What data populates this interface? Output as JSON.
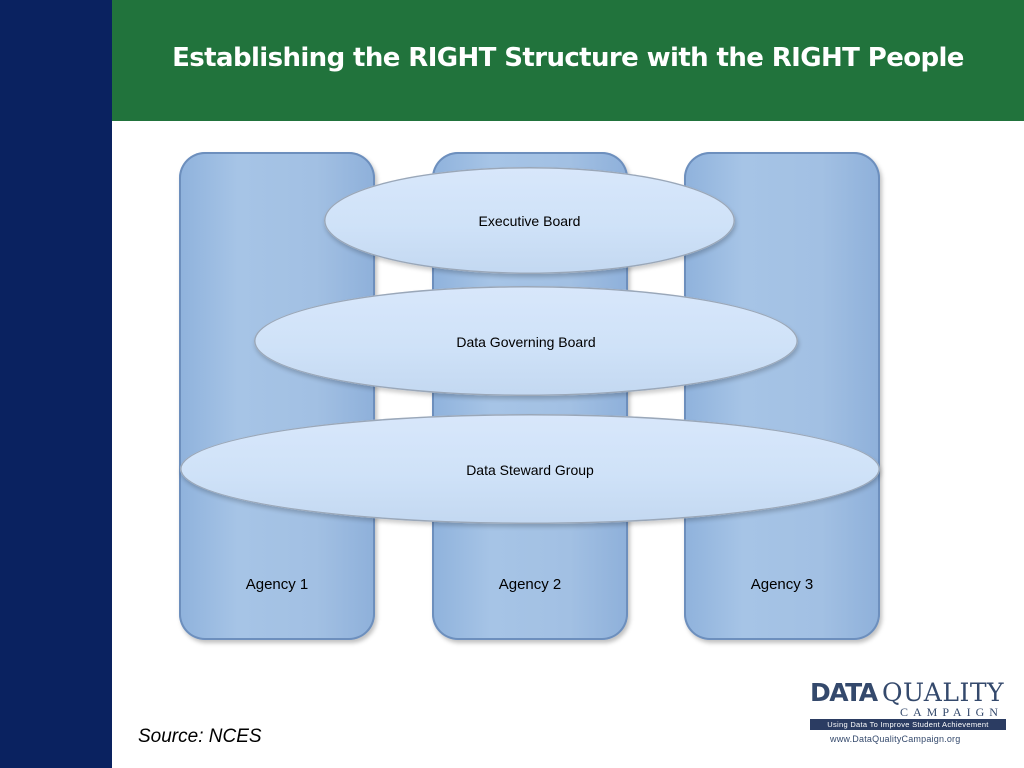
{
  "slide": {
    "title": "Establishing the RIGHT Structure with the RIGHT People"
  },
  "diagram": {
    "agencies": [
      {
        "label": "Agency 1"
      },
      {
        "label": "Agency 2"
      },
      {
        "label": "Agency 3"
      }
    ],
    "groups": [
      {
        "label": "Executive Board"
      },
      {
        "label": "Data Governing Board"
      },
      {
        "label": "Data Steward Group"
      }
    ]
  },
  "footer": {
    "source": "Source: NCES"
  },
  "logo": {
    "word_data": "DATA",
    "word_quality": "QUALITY",
    "word_campaign": "CAMPAIGN",
    "tagline": "Using Data To Improve Student Achievement",
    "url": "www.DataQualityCampaign.org"
  },
  "colors": {
    "left_bar": "#0a2260",
    "header": "#21733c",
    "pillar": "#a2c0e3",
    "ellipse": "#d1e3f9"
  }
}
